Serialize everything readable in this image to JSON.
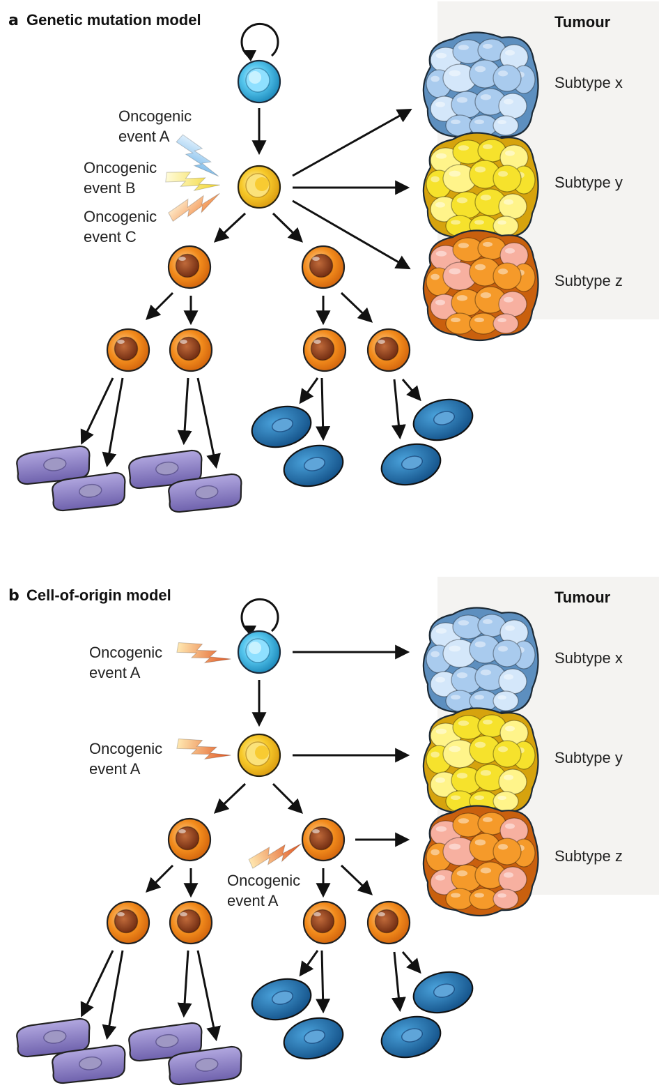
{
  "panel_a": {
    "letter": "a",
    "title": "Genetic mutation model",
    "tumour_header": "Tumour",
    "subtypes": [
      "Subtype x",
      "Subtype y",
      "Subtype z"
    ],
    "events": [
      {
        "line1": "Oncogenic",
        "line2": "event A"
      },
      {
        "line1": "Oncogenic",
        "line2": "event B"
      },
      {
        "line1": "Oncogenic",
        "line2": "event C"
      }
    ]
  },
  "panel_b": {
    "letter": "b",
    "title": "Cell-of-origin model",
    "tumour_header": "Tumour",
    "subtypes": [
      "Subtype x",
      "Subtype y",
      "Subtype z"
    ],
    "events": [
      {
        "line1": "Oncogenic",
        "line2": "event A"
      },
      {
        "line1": "Oncogenic",
        "line2": "event A"
      },
      {
        "line1": "Oncogenic",
        "line2": "event A"
      }
    ]
  },
  "colors": {
    "stem": "#38b6e0",
    "progenitor": "#f5c22a",
    "intermediate": "#f08a1e",
    "purple_cell": "#8a7dc4",
    "blue_cell": "#1f6fae",
    "tumour_bg": "#f4f3f1",
    "tumour_x": "#9ec3e6",
    "tumour_y": "#f6e22c",
    "tumour_z": "#f59a2a"
  }
}
